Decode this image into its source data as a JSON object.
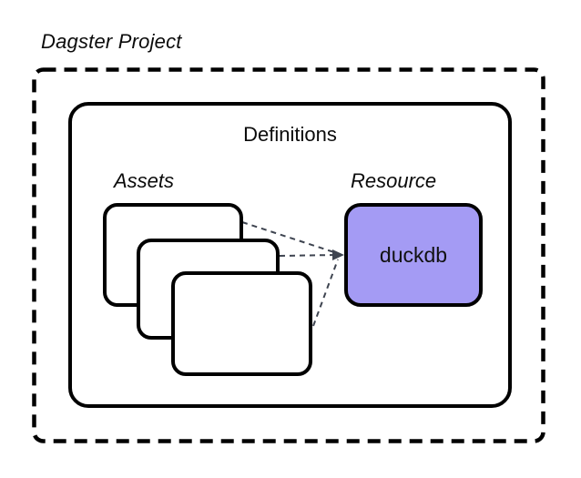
{
  "diagram": {
    "title": "Dagster Project",
    "definitions": {
      "label": "Definitions"
    },
    "assets": {
      "label": "Assets",
      "card_count": 3
    },
    "resource": {
      "label": "Resource",
      "node_label": "duckdb"
    },
    "colors": {
      "border": "#000000",
      "connector": "#3e4450",
      "resource_fill": "#a49bf4",
      "background": "#ffffff"
    },
    "edges": [
      {
        "from": "asset-card-1",
        "to": "duckdb-resource"
      },
      {
        "from": "asset-card-2",
        "to": "duckdb-resource"
      },
      {
        "from": "asset-card-3",
        "to": "duckdb-resource"
      }
    ]
  }
}
